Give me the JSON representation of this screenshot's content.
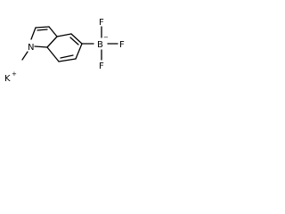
{
  "molecule": {
    "atoms": {
      "nitrogen": "N",
      "methyl": "/",
      "boron": "B",
      "boron_charge": "−",
      "fluorine_1": "F",
      "fluorine_2": "F",
      "fluorine_3": "F",
      "potassium": "K",
      "potassium_charge": "+"
    }
  },
  "colors": {
    "bonds": "#000000",
    "labels": "#000000",
    "background": "#ffffff"
  }
}
